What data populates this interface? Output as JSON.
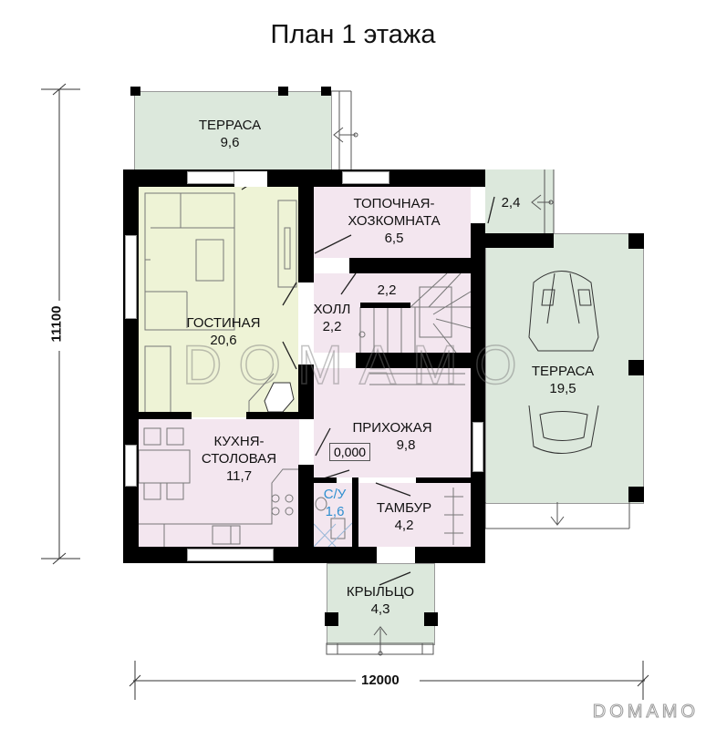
{
  "title": "План 1 этажа",
  "colors": {
    "living": "#eef3d6",
    "terrace": "#dce8dc",
    "room": "#f3e6ef",
    "wall": "#000000",
    "bath_label": "#2f8fd0"
  },
  "rooms": [
    {
      "name": "ТЕРРАСА",
      "area": "9,6"
    },
    {
      "name": "ТОПОЧНАЯ-",
      "name2": "ХОЗКОМНАТА",
      "area": "6,5"
    },
    {
      "area": "2,4"
    },
    {
      "name": "ГОСТИНАЯ",
      "area": "20,6"
    },
    {
      "name": "ХОЛЛ",
      "area": "2,2"
    },
    {
      "area": "2,2"
    },
    {
      "name": "ТЕРРАСА",
      "area": "19,5"
    },
    {
      "name": "КУХНЯ-",
      "name2": "СТОЛОВАЯ",
      "area": "11,7"
    },
    {
      "name": "ПРИХОЖАЯ",
      "area": "9,8"
    },
    {
      "name": "С/У",
      "area": "1,6"
    },
    {
      "name": "ТАМБУР",
      "area": "4,2"
    },
    {
      "name": "КРЫЛЬЦО",
      "area": "4,3"
    }
  ],
  "elevation_mark": "0,000",
  "dimensions": {
    "width": "12000",
    "height": "11100"
  },
  "watermark": "DOMAMO",
  "watermark_corner": "DOMAMO"
}
